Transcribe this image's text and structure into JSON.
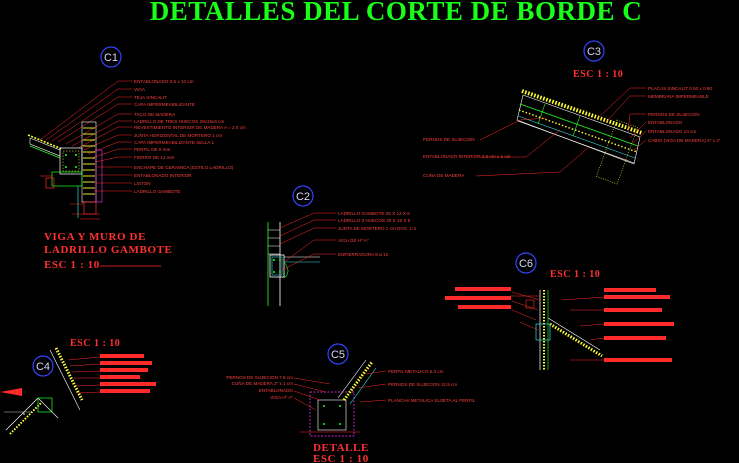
{
  "title": "DETALLES DEL CORTE DE BORDE C",
  "colors": {
    "background": "#000000",
    "title": "#19ff19",
    "leader": "#ff2a2a",
    "bubble": "#3344ff",
    "hatch": "#ffff33",
    "structure": "#ffffff",
    "green_element": "#22ff22",
    "cyan_element": "#33dddd",
    "magenta_element": "#ff33ff"
  },
  "details": {
    "c1": {
      "bubble": "C1",
      "caption_line1": "VIGA Y MURO DE",
      "caption_line2": "LADRILLO GAMBOTE",
      "scale": "ESC 1 : 10",
      "notes": [
        "ENTABLONADO 2.5 x 10 cm",
        "VIGA",
        "TEJA SINCALIT",
        "CAPA IMPERMEABILIZANTE",
        "TACO DE MADERA",
        "LADRILLO DE TRES HUECOS 25x15x6 cm",
        "REVESTIMIENTO INTERIOR DE MADERA e = 2.0 cm",
        "JUNTA HORIZONTAL DE MORTERO 1 cm",
        "CAPA IMPERMEABILIZANTE SELLA 1",
        "PERFIL DE 6 mm",
        "FIERRO DE 12 mm",
        "ENCHAPE DE CERAMICA (ESTILO LADRILLO)",
        "ENTABLONADO INTERIOR",
        "LISTON",
        "LADRILLO GAMBOTE"
      ]
    },
    "c2": {
      "bubble": "C2",
      "notes": [
        "LADRILLO GAMBOTE 25 X 12 X 6",
        "LADRILLO 3 HUECOS 25 X 15 X 6",
        "JUNTA DE MORTERO 1 cm DOS. 1:3",
        "VIGA DE Hº Aº",
        "ENFIERRADURA 8 ø 12"
      ]
    },
    "c3": {
      "bubble": "C3",
      "scale": "ESC 1 : 10",
      "notes_right": [
        "PLACAS SINCALIT 0.50 x 0.90",
        "MEMBRANA IMPERMEABLE",
        "PERNOS DE SUJECION",
        "ENTABLONADO",
        "ENTABLONADO 10 cm",
        "CABIO (VIGA DE MADERA) 6\" x 3\""
      ],
      "notes_left": [
        "PERNOS DE SUJECION",
        "ENTABLONADO INTERIOR 2.0 cm x 1 cm",
        "CUÑA DE MADERA"
      ]
    },
    "c4": {
      "bubble": "C4",
      "scale": "ESC 1 : 10"
    },
    "c5": {
      "bubble": "C5",
      "caption_line1": "DETALLE",
      "scale": "ESC 1 : 10",
      "notes_left": [
        "PERNOS DE SUJECION 7.5 cm",
        "CUÑA DE MADERA 2\" x 1 cm",
        "ENTABLONADO",
        "VIGA Hº Aº"
      ],
      "notes_right": [
        "PERFIL METALICO 5.3 cm",
        "PERNOS DE SUJECION 12.5 cm",
        "PLANCHA METALICA SUJETA AL PERFIL"
      ]
    },
    "c6": {
      "bubble": "C6",
      "scale": "ESC 1 : 10"
    }
  }
}
